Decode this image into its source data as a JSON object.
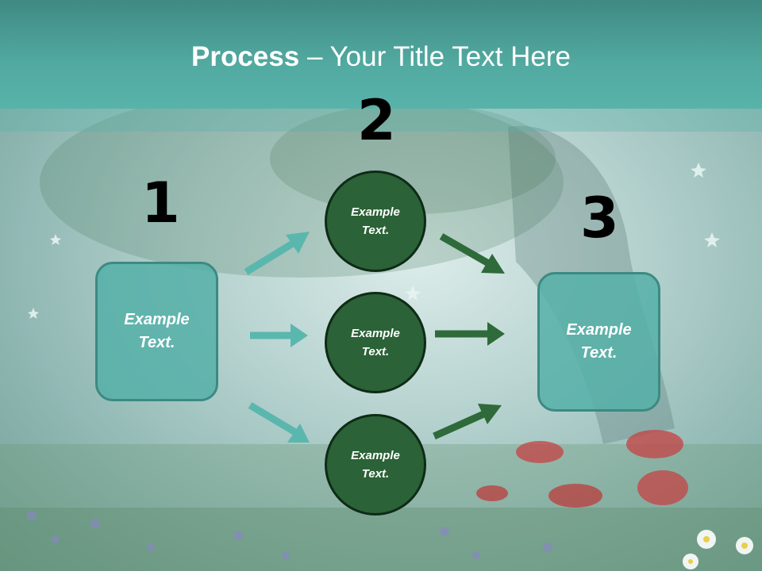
{
  "title": {
    "bold": "Process",
    "rest": " – Your Title Text Here"
  },
  "numbers": [
    "1",
    "2",
    "3"
  ],
  "left_box": {
    "text": "Example\nText."
  },
  "right_box": {
    "text": "Example\nText."
  },
  "circles": [
    {
      "text": "Example\nText."
    },
    {
      "text": "Example\nText."
    },
    {
      "text": "Example\nText."
    }
  ],
  "colors": {
    "header": "#52aaa1",
    "box_fill": "#55b0a8",
    "circle_fill": "#2b6237",
    "teal_arrow": "#5ab7ae",
    "green_arrow": "#2f6a3a"
  }
}
